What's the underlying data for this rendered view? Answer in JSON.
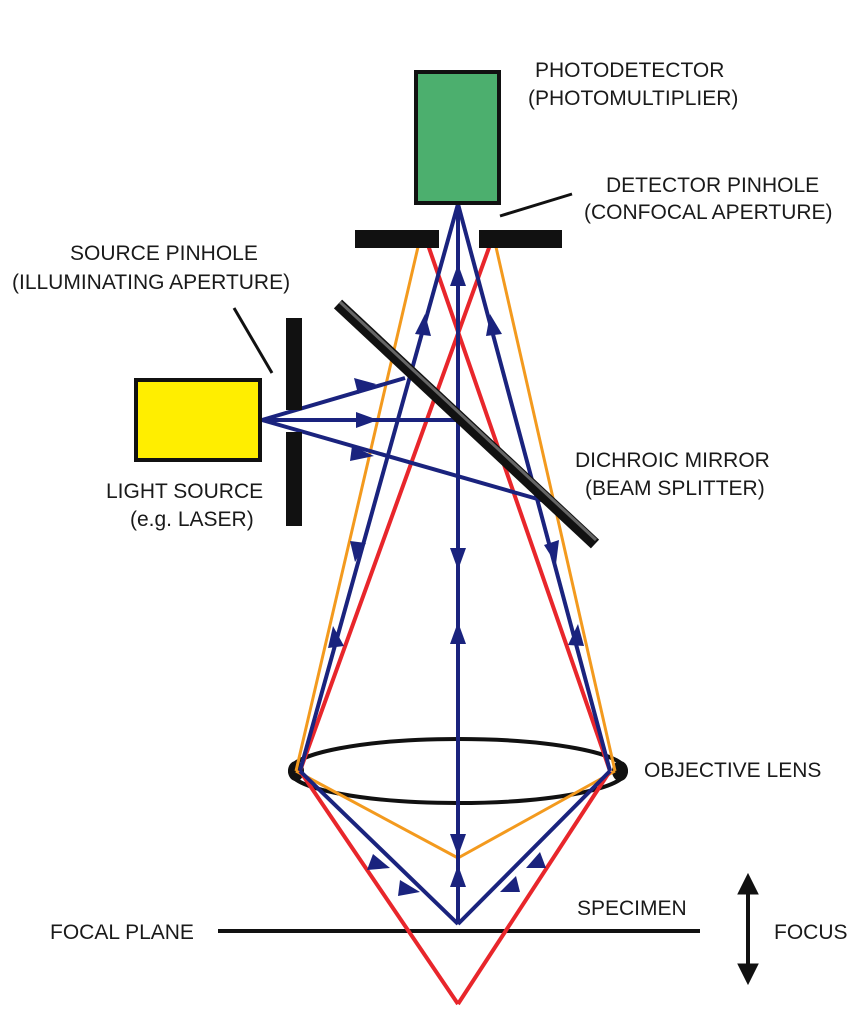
{
  "labels": {
    "photodetector_line1": "PHOTODETECTOR",
    "photodetector_line2": "(PHOTOMULTIPLIER)",
    "detector_pinhole_line1": "DETECTOR PINHOLE",
    "detector_pinhole_line2": "(CONFOCAL APERTURE)",
    "source_pinhole_line1": "SOURCE PINHOLE",
    "source_pinhole_line2": "(ILLUMINATING APERTURE)",
    "dichroic_line1": "DICHROIC MIRROR",
    "dichroic_line2": "(BEAM SPLITTER)",
    "light_source_line1": "LIGHT SOURCE",
    "light_source_line2": "(e.g. LASER)",
    "objective_lens": "OBJECTIVE LENS",
    "specimen": "SPECIMEN",
    "focal_plane": "FOCAL PLANE",
    "focus": "FOCUS"
  },
  "colors": {
    "photodetector": "#4caf6e",
    "light_source": "#ffee00",
    "illumination_ray": "#1a237e",
    "in_focus_ray": "#e8262b",
    "out_of_focus_ray": "#f39a1e",
    "component": "#111111"
  }
}
